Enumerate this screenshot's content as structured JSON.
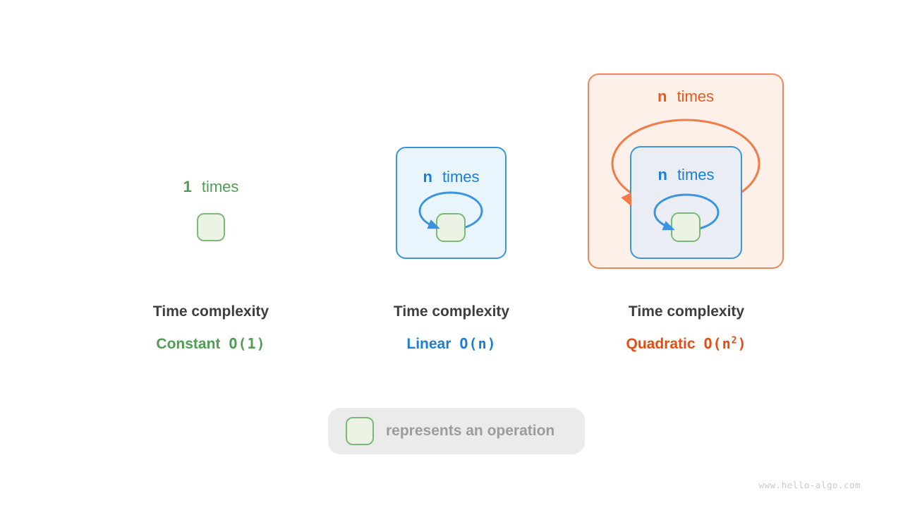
{
  "colors": {
    "green_text": "#4f9e53",
    "green_border": "#7db878",
    "green_fill": "#eaf3e4",
    "blue_text": "#1b7ed8",
    "blue_stroke": "#3b94e0",
    "blue_fill": "#e9f5fd",
    "inner_fill": "#eaeef4",
    "orange_text": "#e8591c",
    "orange_label": "#e64c12",
    "orange_stroke": "#ef7c49",
    "orange_border": "#f0875b",
    "orange_fill": "#fdf0e9",
    "dark_text": "#3e3e3e",
    "legend_bg": "#ebebeb",
    "legend_text": "#9c9c9c",
    "watermark": "#c9c9c9"
  },
  "diagrams": {
    "constant": {
      "count": "1",
      "word": "times",
      "title": "Time complexity",
      "label": "Constant",
      "big_o_pre": "O(1)",
      "big_o_sup": "",
      "big_o_post": ""
    },
    "linear": {
      "count": "n",
      "word": "times",
      "title": "Time complexity",
      "label": "Linear",
      "big_o_pre": "O(n)",
      "big_o_sup": "",
      "big_o_post": ""
    },
    "quadratic": {
      "outer_count": "n",
      "outer_word": "times",
      "inner_count": "n",
      "inner_word": "times",
      "title": "Time complexity",
      "label": "Quadratic",
      "big_o_pre": "O(n",
      "big_o_sup": "2",
      "big_o_post": ")"
    }
  },
  "legend": {
    "label": "represents an operation"
  },
  "watermark": "www.hello-algo.com"
}
